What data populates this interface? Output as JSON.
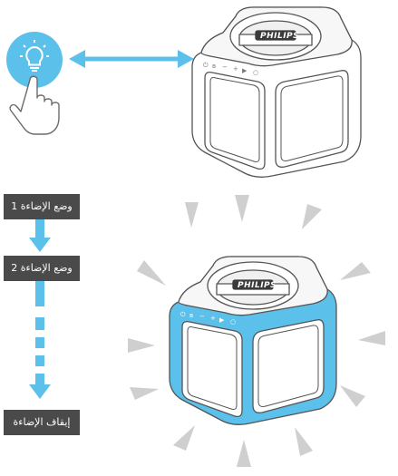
{
  "steps": [
    {
      "label": "وضع الإضاءة 1"
    },
    {
      "label": "وضع الإضاءة 2"
    },
    {
      "label": "إيقاف الإضاءة"
    }
  ],
  "speaker": {
    "brand": "PHILIPS",
    "buttons": [
      "power-icon",
      "bluetooth-icon",
      "minus-icon",
      "plus-icon",
      "play-pause-icon",
      "light-icon"
    ]
  },
  "colors": {
    "accent_blue": "#5bc0ea",
    "label_bg": "#4a4a4a",
    "ray_gray": "#cfcfcf",
    "outline": "#555555"
  }
}
